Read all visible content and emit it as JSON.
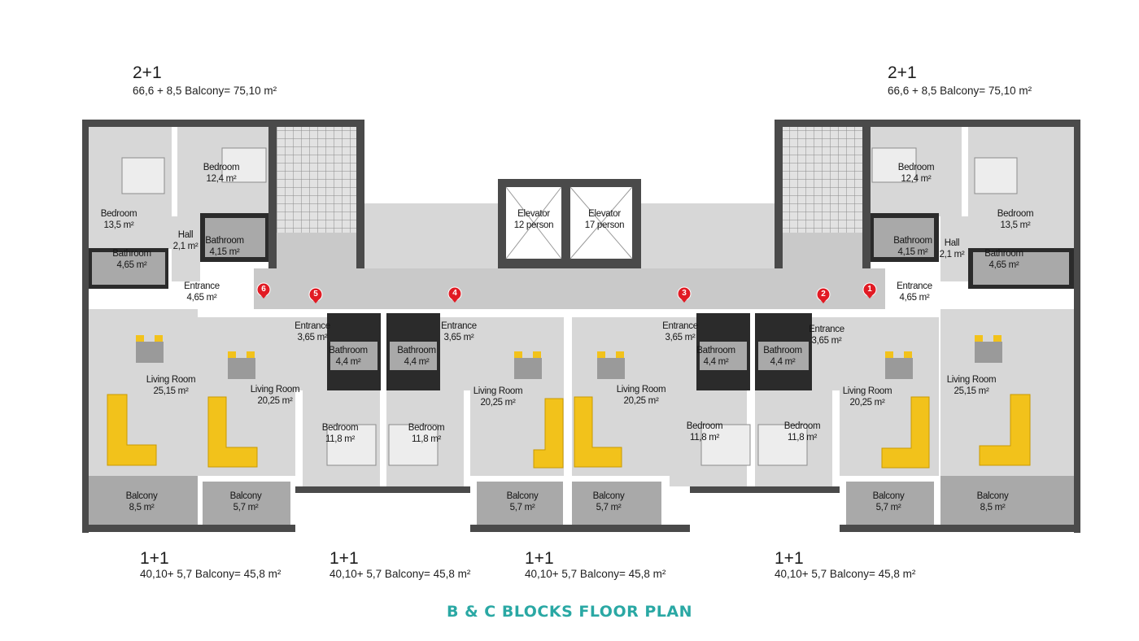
{
  "colors": {
    "accent": "#2aa8a4",
    "wall": "#4a4a4a",
    "floor": "#d9d9d9",
    "marker": "#e11b24",
    "sofa": "#f2c21b"
  },
  "units": {
    "top_left": {
      "type": "2+1",
      "area": "66,6 + 8,5 Balcony= 75,10 m²"
    },
    "top_right": {
      "type": "2+1",
      "area": "66,6 + 8,5 Balcony= 75,10 m²"
    },
    "bottom_1": {
      "type": "1+1",
      "area": "40,10+ 5,7 Balcony= 45,8 m²"
    },
    "bottom_2": {
      "type": "1+1",
      "area": "40,10+ 5,7 Balcony= 45,8 m²"
    },
    "bottom_3": {
      "type": "1+1",
      "area": "40,10+ 5,7 Balcony= 45,8 m²"
    },
    "bottom_4": {
      "type": "1+1",
      "area": "40,10+ 5,7 Balcony= 45,8 m²"
    }
  },
  "rooms": [
    {
      "name": "Bedroom",
      "area": "12,4 m²"
    },
    {
      "name": "Bedroom",
      "area": "13,5 m²"
    },
    {
      "name": "Hall",
      "area": "2,1 m²"
    },
    {
      "name": "Bathroom",
      "area": "4,15 m²"
    },
    {
      "name": "Bathroom",
      "area": "4,65 m²"
    },
    {
      "name": "Entrance",
      "area": "4,65 m²"
    },
    {
      "name": "Living Room",
      "area": "25,15 m²"
    },
    {
      "name": "Balcony",
      "area": "8,5 m²"
    },
    {
      "name": "Living Room",
      "area": "20,25 m²"
    },
    {
      "name": "Balcony",
      "area": "5,7 m²"
    },
    {
      "name": "Entrance",
      "area": "3,65 m²"
    },
    {
      "name": "Bathroom",
      "area": "4,4 m²"
    },
    {
      "name": "Bedroom",
      "area": "11,8 m²"
    },
    {
      "name": "Bathroom",
      "area": "4,4 m²"
    },
    {
      "name": "Bedroom",
      "area": "11,8 m²"
    },
    {
      "name": "Entrance",
      "area": "3,65 m²"
    },
    {
      "name": "Living Room",
      "area": "20,25 m²"
    },
    {
      "name": "Balcony",
      "area": "5,7 m²"
    },
    {
      "name": "Elevator",
      "area": "12 person"
    },
    {
      "name": "Elevator",
      "area": "17 person"
    },
    {
      "name": "Living Room",
      "area": "20,25 m²"
    },
    {
      "name": "Balcony",
      "area": "5,7 m²"
    },
    {
      "name": "Entrance",
      "area": "3,65 m²"
    },
    {
      "name": "Bathroom",
      "area": "4,4 m²"
    },
    {
      "name": "Bedroom",
      "area": "11,8 m²"
    },
    {
      "name": "Bathroom",
      "area": "4,4 m²"
    },
    {
      "name": "Bedroom",
      "area": "11,8 m²"
    },
    {
      "name": "Entrance",
      "area": "3,65 m²"
    },
    {
      "name": "Living Room",
      "area": "20,25 m²"
    },
    {
      "name": "Balcony",
      "area": "5,7 m²"
    },
    {
      "name": "Bedroom",
      "area": "12,4 m²"
    },
    {
      "name": "Bedroom",
      "area": "13,5 m²"
    },
    {
      "name": "Hall",
      "area": "2,1 m²"
    },
    {
      "name": "Bathroom",
      "area": "4,15 m²"
    },
    {
      "name": "Bathroom",
      "area": "4,65 m²"
    },
    {
      "name": "Entrance",
      "area": "4,65 m²"
    },
    {
      "name": "Living Room",
      "area": "25,15 m²"
    },
    {
      "name": "Balcony",
      "area": "8,5 m²"
    }
  ],
  "markers": [
    "1",
    "2",
    "3",
    "4",
    "5",
    "6"
  ],
  "footer": "B & C BLOCKS FLOOR PLAN"
}
